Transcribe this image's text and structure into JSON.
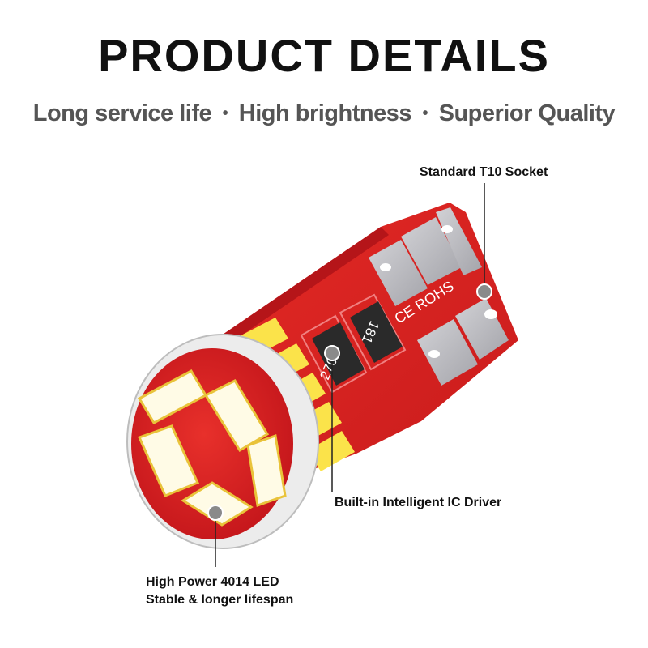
{
  "header": {
    "title": "PRODUCT DETAILS",
    "features": [
      "Long service life",
      "High brightness",
      "Superior Quality"
    ],
    "separator": "•"
  },
  "callouts": {
    "socket": "Standard T10 Socket",
    "driver": "Built-in Intelligent IC Driver",
    "led_line1": "High Power 4014 LED",
    "led_line2": "Stable & longer lifespan"
  },
  "board_markings": {
    "certification": "CE ROHS",
    "resistor_a": "270",
    "resistor_b": "181"
  },
  "colors": {
    "pcb_red": "#e0231f",
    "led_yellow": "#fbe34a",
    "led_white": "#fffbe6",
    "socket_gray": "#b9b9be"
  }
}
